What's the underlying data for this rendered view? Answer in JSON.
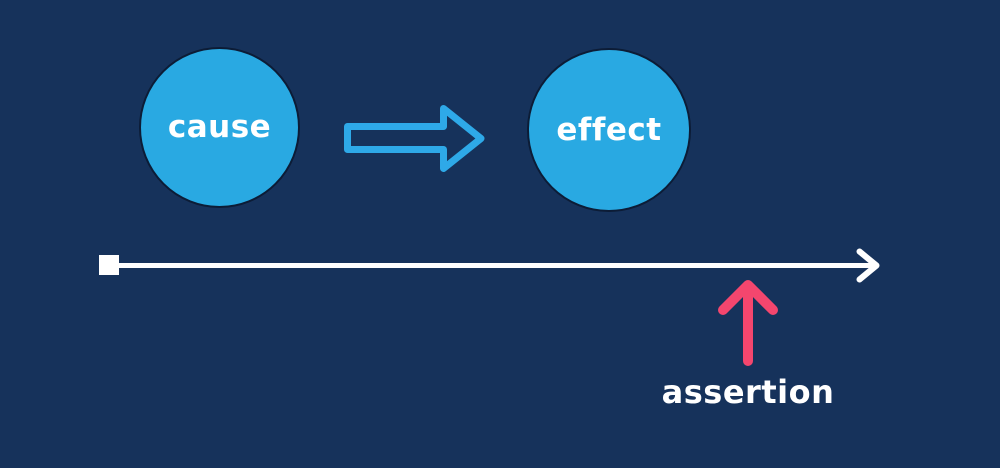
{
  "diagram": {
    "nodes": [
      {
        "id": "cause",
        "label": "cause"
      },
      {
        "id": "effect",
        "label": "effect"
      }
    ],
    "connector": {
      "type": "right-arrow",
      "from": "cause",
      "to": "effect"
    },
    "timeline": {
      "start_marker": "square",
      "end_marker": "arrowhead-right",
      "annotation": {
        "label": "assertion",
        "marker": "up-arrow"
      }
    }
  },
  "colors": {
    "background": "#16325B",
    "node_fill": "#29A9E2",
    "node_border": "#0C1C36",
    "arrow_outline": "#2EA9E8",
    "timeline": "#FFFFFF",
    "assertion_arrow": "#F4466E",
    "label_text": "#FFFFFF"
  }
}
